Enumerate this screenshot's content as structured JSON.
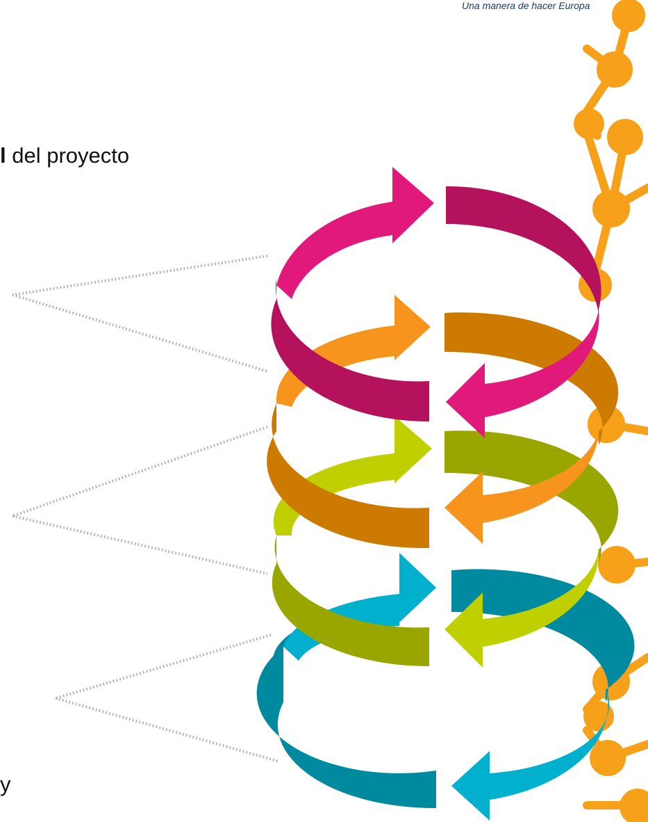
{
  "header": {
    "motto": "Una manera de hacer Europa"
  },
  "title": {
    "bold_part": "l",
    "rest": " del proyecto"
  },
  "bottom_fragment": "y",
  "colors": {
    "pink": "#e0197a",
    "pink_dark": "#b5125e",
    "orange": "#f7941d",
    "orange_dark": "#cc7a00",
    "lime": "#c0cf00",
    "lime_dark": "#9aa600",
    "cyan": "#00b0cc",
    "cyan_dark": "#008aa0",
    "network": "#f7a11a",
    "dotted": "#b8b8b8",
    "motto": "#1a3a6b"
  },
  "icons": [
    "cycle-arrows",
    "molecular-network"
  ]
}
